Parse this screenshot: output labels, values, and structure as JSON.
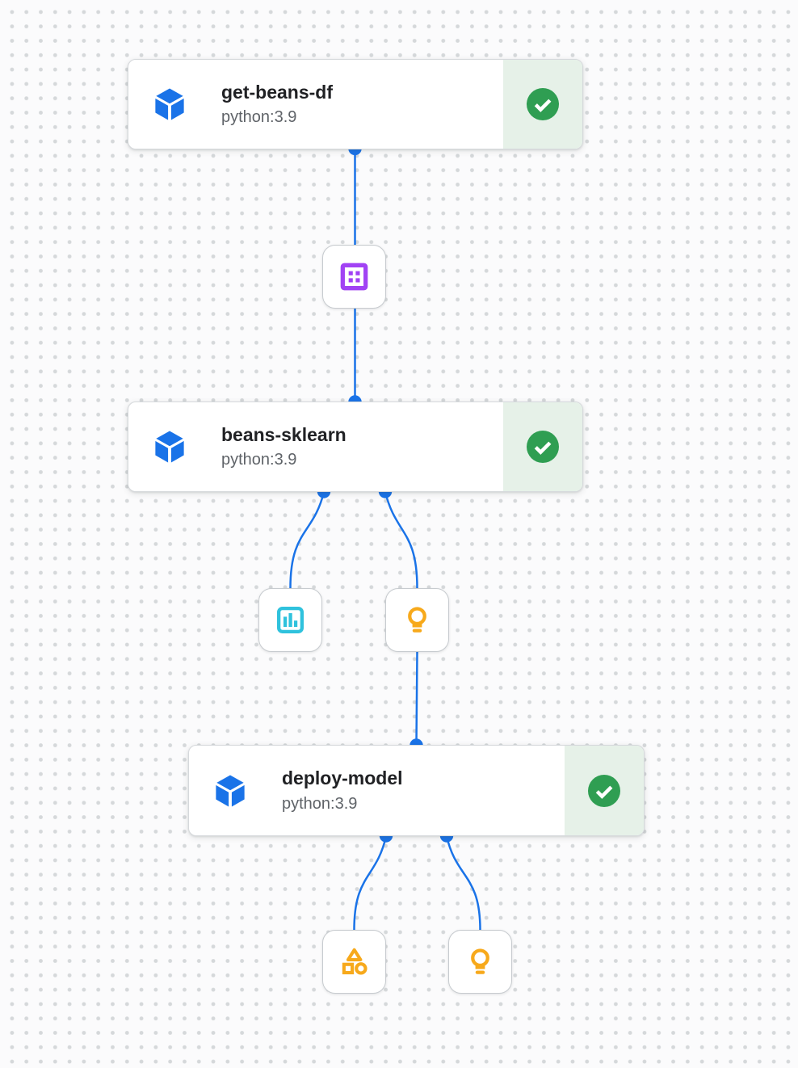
{
  "app": {
    "name": "pipeline-dag-canvas"
  },
  "colors": {
    "edge_blue": "#1a73e8",
    "component_icon_blue": "#1a73e8",
    "success_green": "#2f9e52",
    "success_panel_bg": "#e6f1e8",
    "dataset_purple": "#a142f4",
    "metrics_cyan": "#2fc2dd",
    "model_amber": "#f7a91b",
    "card_border": "#d6d9dc",
    "title_text": "#202124",
    "subtitle_text": "#5f6368",
    "canvas_bg": "#fbfbfc",
    "canvas_dot": "#d5d8da"
  },
  "nodes": [
    {
      "id": "get-beans-df",
      "title": "get-beans-df",
      "subtitle": "python:3.9",
      "status": "succeeded"
    },
    {
      "id": "beans-sklearn",
      "title": "beans-sklearn",
      "subtitle": "python:3.9",
      "status": "succeeded"
    },
    {
      "id": "deploy-model",
      "title": "deploy-model",
      "subtitle": "python:3.9",
      "status": "succeeded"
    }
  ],
  "artifacts": [
    {
      "id": "dataset-artifact",
      "type": "dataset"
    },
    {
      "id": "metrics-artifact",
      "type": "metrics"
    },
    {
      "id": "model-artifact-1",
      "type": "model"
    },
    {
      "id": "generic-artifact",
      "type": "artifact"
    },
    {
      "id": "model-artifact-2",
      "type": "model"
    }
  ],
  "edges": [
    {
      "from": "get-beans-df",
      "to": "dataset-artifact"
    },
    {
      "from": "dataset-artifact",
      "to": "beans-sklearn"
    },
    {
      "from": "beans-sklearn",
      "to": "metrics-artifact"
    },
    {
      "from": "beans-sklearn",
      "to": "model-artifact-1"
    },
    {
      "from": "model-artifact-1",
      "to": "deploy-model"
    },
    {
      "from": "deploy-model",
      "to": "generic-artifact"
    },
    {
      "from": "deploy-model",
      "to": "model-artifact-2"
    }
  ]
}
